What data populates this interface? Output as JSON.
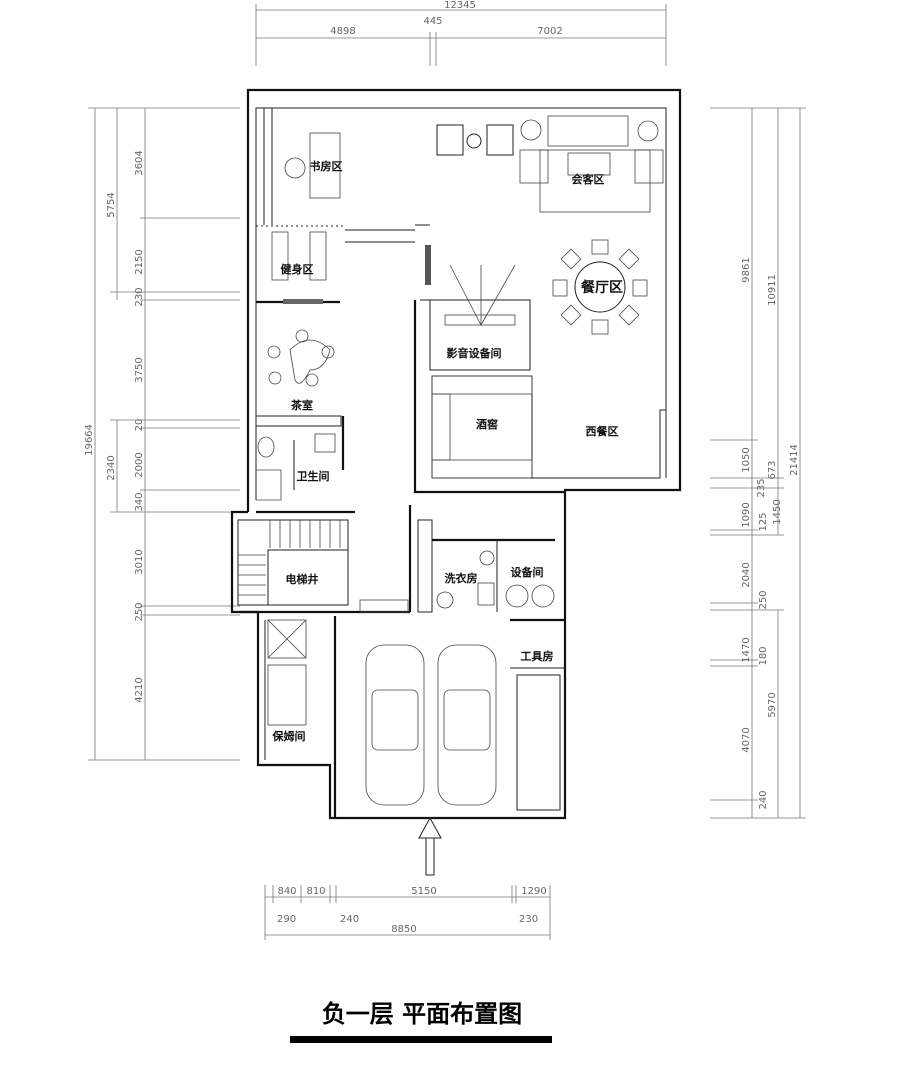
{
  "title": "负一层 平面布置图",
  "rooms": {
    "study": "书房区",
    "reception": "会客区",
    "gym": "健身区",
    "dining": "餐厅区",
    "av_room": "影音设备间",
    "tea_room": "茶室",
    "wine_cellar": "酒窖",
    "western_dining": "西餐区",
    "bathroom": "卫生间",
    "elevator": "电梯井",
    "laundry": "洗衣房",
    "equipment": "设备间",
    "tool_room": "工具房",
    "nanny_room": "保姆间"
  },
  "dimensions": {
    "top": {
      "total": "12345",
      "seg1": "4898",
      "seg2": "445",
      "seg3": "7002"
    },
    "left": {
      "total": "19664",
      "g1": "5754",
      "g2": "2340",
      "s": [
        "3604",
        "2150",
        "230",
        "3750",
        "20",
        "2000",
        "340",
        "3010",
        "250",
        "4210"
      ]
    },
    "right": {
      "total": "21414",
      "a": "9861",
      "b": "10911",
      "s": [
        "1050",
        "235",
        "673",
        "1090",
        "125",
        "1450",
        "2040",
        "250",
        "1470",
        "180",
        "5970",
        "4070",
        "240"
      ]
    },
    "bottom": {
      "total": "8850",
      "s": [
        "290",
        "840",
        "810",
        "240",
        "5150",
        "230",
        "1290"
      ]
    }
  }
}
